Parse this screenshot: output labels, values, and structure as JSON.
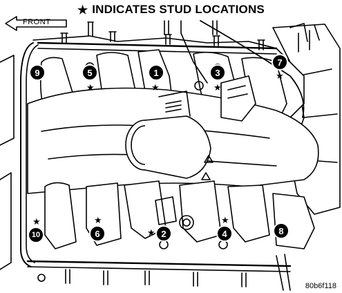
{
  "header": {
    "star": "★",
    "text": "INDICATES STUD LOCATIONS"
  },
  "front_label": "FRONT",
  "figure_code": "80b6f118",
  "callouts": [
    {
      "n": "1",
      "stud": true
    },
    {
      "n": "2",
      "stud": true
    },
    {
      "n": "3",
      "stud": true
    },
    {
      "n": "4",
      "stud": true
    },
    {
      "n": "5",
      "stud": true
    },
    {
      "n": "6",
      "stud": true
    },
    {
      "n": "7",
      "stud": true
    },
    {
      "n": "8",
      "stud": false
    },
    {
      "n": "9",
      "stud": false
    },
    {
      "n": "10",
      "stud": true
    }
  ]
}
